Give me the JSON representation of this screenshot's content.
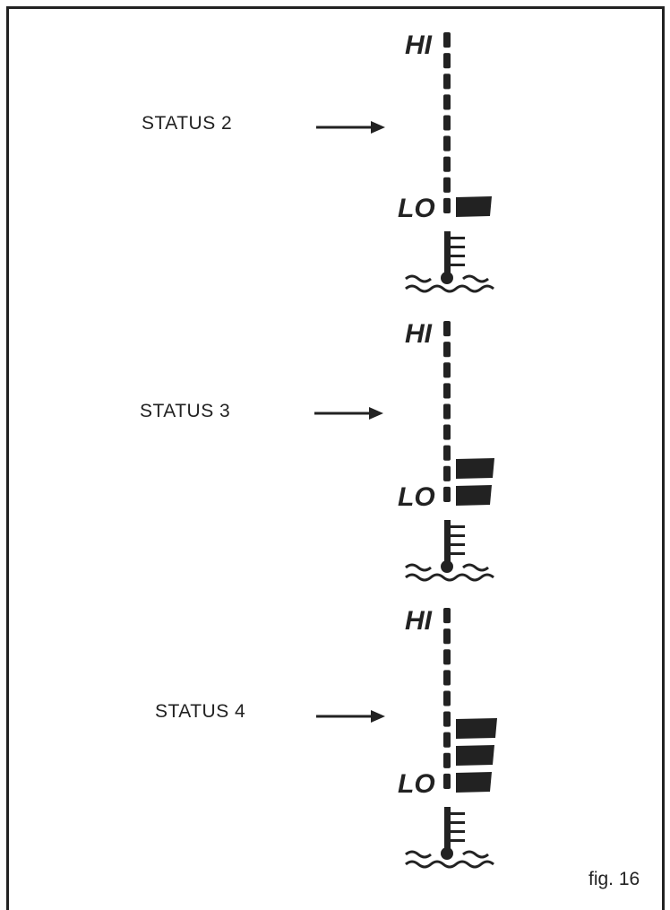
{
  "figure_label": "fig. 16",
  "gauge_hi_label": "HI",
  "gauge_lo_label": "LO",
  "colors": {
    "ink": "#222222",
    "background": "#ffffff"
  },
  "panels": [
    {
      "status_label": "STATUS 2",
      "lit_bars": 1
    },
    {
      "status_label": "STATUS 3",
      "lit_bars": 2
    },
    {
      "status_label": "STATUS 4",
      "lit_bars": 3
    }
  ],
  "icons": [
    "arrow-right-icon",
    "coolant-temperature-icon"
  ]
}
